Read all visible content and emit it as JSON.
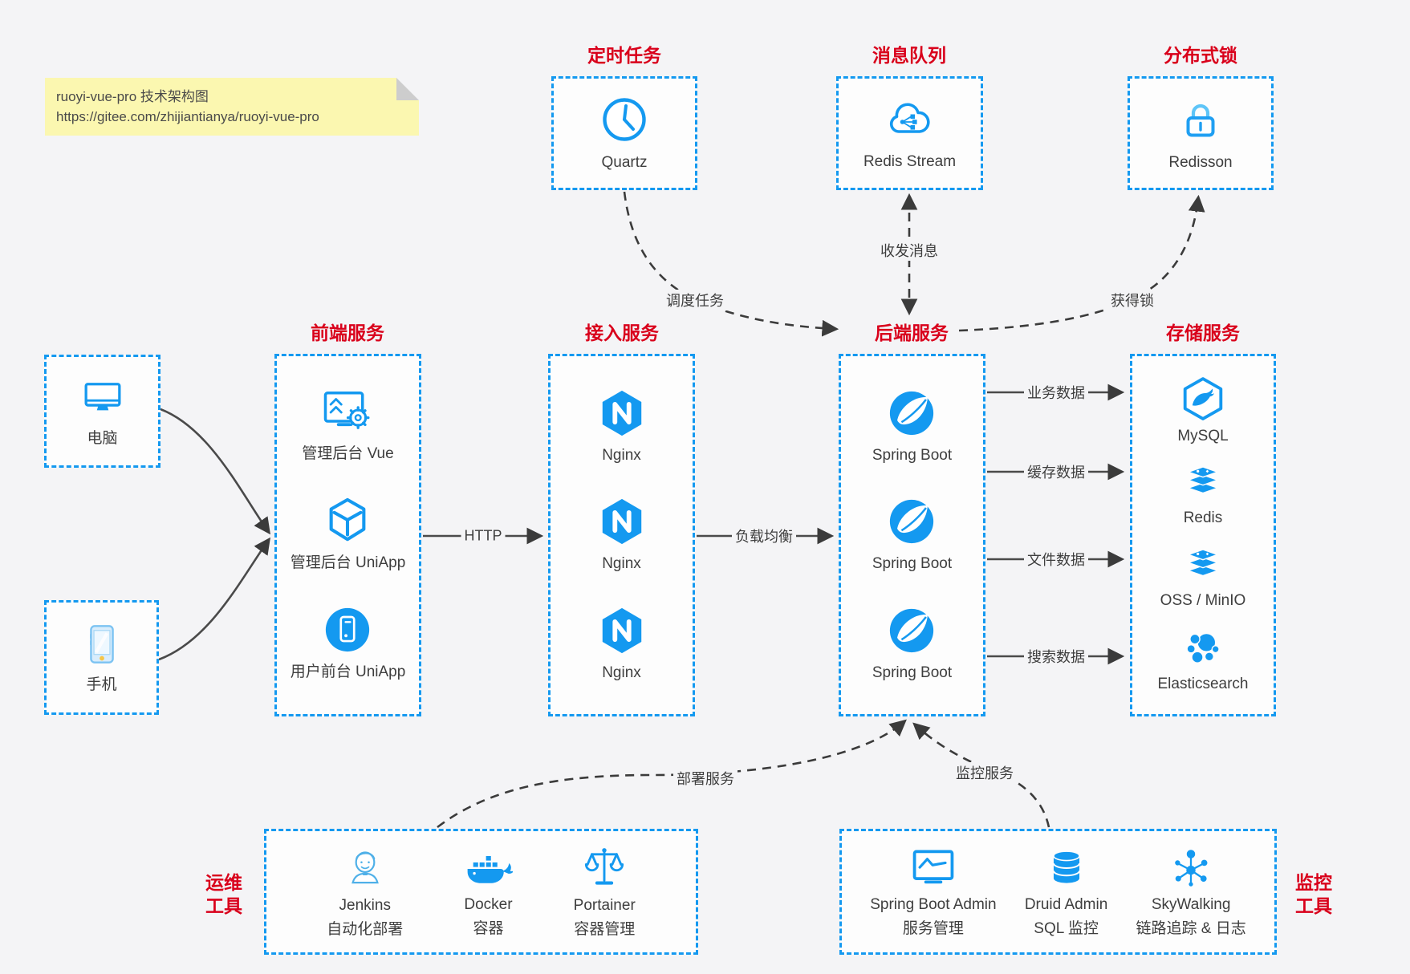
{
  "note": {
    "line1": "ruoyi-vue-pro 技术架构图",
    "line2": "https://gitee.com/zhijiantianya/ruoyi-vue-pro"
  },
  "titles": {
    "scheduler": "定时任务",
    "mq": "消息队列",
    "lock": "分布式锁",
    "frontend": "前端服务",
    "gateway": "接入服务",
    "backend": "后端服务",
    "storage": "存储服务"
  },
  "side_labels": {
    "devops_line1": "运维",
    "devops_line2": "工具",
    "monitor_line1": "监控",
    "monitor_line2": "工具"
  },
  "nodes": {
    "quartz": "Quartz",
    "redis_stream": "Redis Stream",
    "redisson": "Redisson",
    "pc": "电脑",
    "mobile": "手机",
    "frontend_1": "管理后台 Vue",
    "frontend_2": "管理后台 UniApp",
    "frontend_3": "用户前台 UniApp",
    "nginx_1": "Nginx",
    "nginx_2": "Nginx",
    "nginx_3": "Nginx",
    "boot_1": "Spring Boot",
    "boot_2": "Spring Boot",
    "boot_3": "Spring Boot",
    "mysql": "MySQL",
    "redis": "Redis",
    "oss": "OSS / MinIO",
    "es": "Elasticsearch",
    "jenkins_name": "Jenkins",
    "jenkins_desc": "自动化部署",
    "docker_name": "Docker",
    "docker_desc": "容器",
    "portainer_name": "Portainer",
    "portainer_desc": "容器管理",
    "sba_name": "Spring Boot Admin",
    "sba_desc": "服务管理",
    "druid_name": "Druid Admin",
    "druid_desc": "SQL 监控",
    "skywalking_name": "SkyWalking",
    "skywalking_desc": "链路追踪 & 日志"
  },
  "edges": {
    "http": "HTTP",
    "lb": "负载均衡",
    "biz": "业务数据",
    "cache": "缓存数据",
    "file": "文件数据",
    "search": "搜索数据",
    "schedule": "调度任务",
    "message": "收发消息",
    "lock": "获得锁",
    "deploy": "部署服务",
    "monitor": "监控服务"
  },
  "colors": {
    "accent_blue": "#1499f0",
    "title_red": "#d9001b",
    "connector_dark": "#3b3b3b",
    "note_yellow": "#fbf7b0",
    "canvas_gray": "#f4f4f6"
  }
}
